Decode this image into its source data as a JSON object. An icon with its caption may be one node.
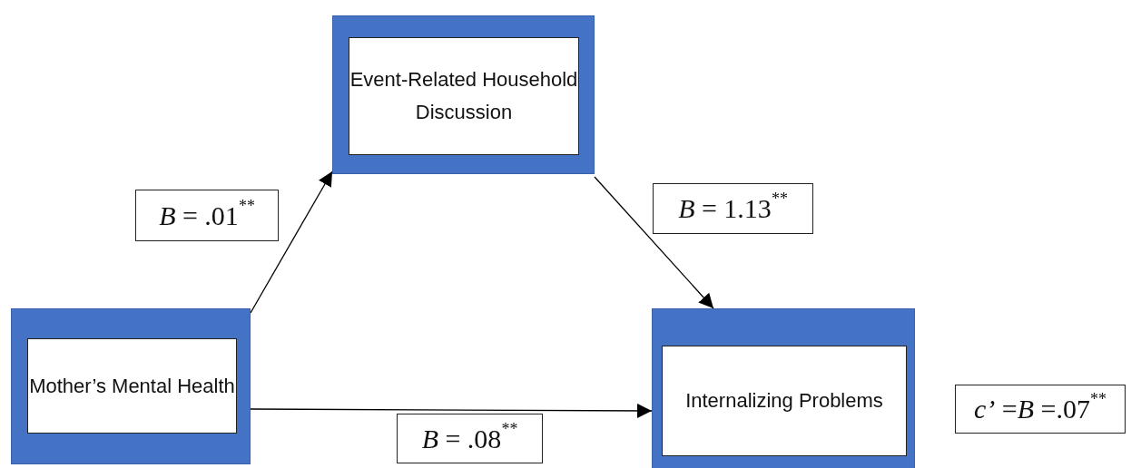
{
  "diagram": {
    "nodes": [
      {
        "text": [
          "Event-Related Household Discussion"
        ]
      },
      {
        "text": [
          "*B* = .01$^{**}$"
        ]
      },
      {
        "text": [
          "*B* = 1.13$^{**}$"
        ]
      },
      {
        "text": [
          "Mother’s Mental Health"
        ]
      },
      {
        "text": [
          "Internalizing Problems"
        ]
      },
      {
        "text": [
          "*c’* =*B* =.07$^{**}$"
        ]
      },
      {
        "text": [
          "*B* = .08$^{**}$"
        ]
      }
    ],
    "edges": [
      {
        "from": 3,
        "to": 0,
        "arrow": "to"
      },
      {
        "from": 0,
        "to": 4,
        "arrow": "to"
      },
      {
        "from": 3,
        "to": 4,
        "arrow": "to"
      }
    ]
  }
}
